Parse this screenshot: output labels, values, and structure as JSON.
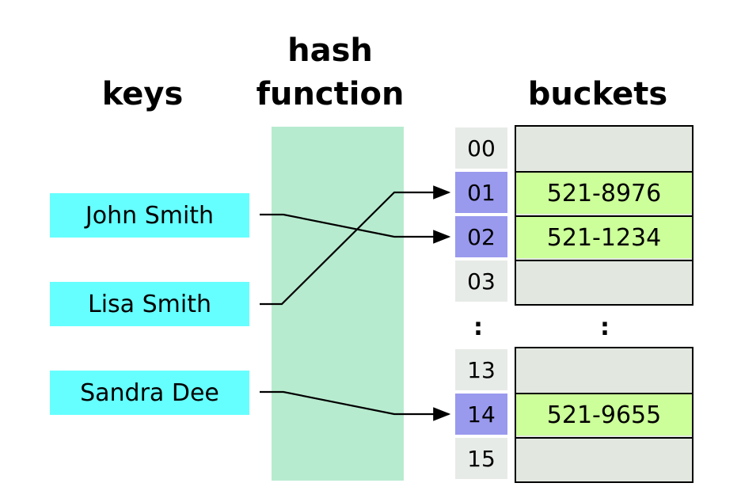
{
  "headings": {
    "keys": "keys",
    "hash_line1": "hash",
    "hash_line2": "function",
    "buckets": "buckets"
  },
  "keys": [
    "John Smith",
    "Lisa Smith",
    "Sandra Dee"
  ],
  "indices": [
    "00",
    "01",
    "02",
    "03",
    "13",
    "14",
    "15"
  ],
  "buckets": [
    "",
    "521-8976",
    "521-1234",
    "",
    "",
    "521-9655",
    ""
  ],
  "ellipsis": ":",
  "mappings": [
    {
      "key": "John Smith",
      "index": "02"
    },
    {
      "key": "Lisa Smith",
      "index": "01"
    },
    {
      "key": "Sandra Dee",
      "index": "14"
    }
  ],
  "colors": {
    "key_fill": "#66ffff",
    "hash_band": "#b7ebcf",
    "index_default": "#e7ebe7",
    "index_hit": "#9999ee",
    "bucket_empty": "#e2e8e0",
    "bucket_filled": "#ccff99"
  }
}
